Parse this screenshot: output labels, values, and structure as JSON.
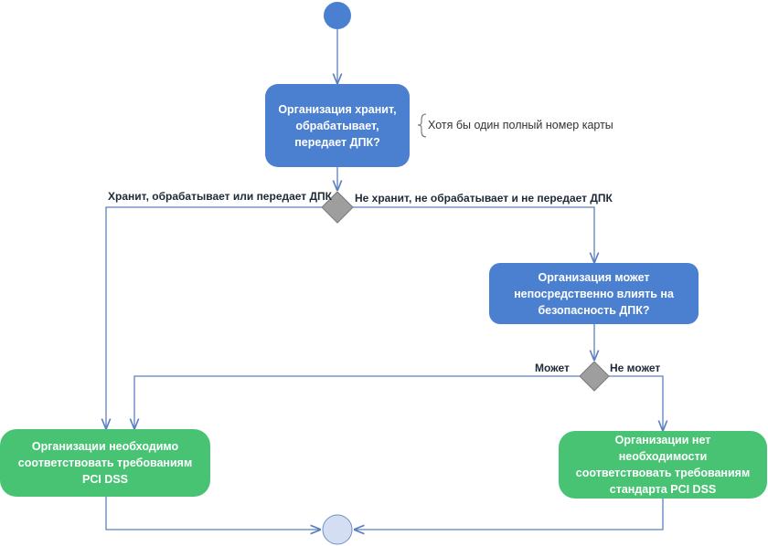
{
  "nodes": {
    "question_stores": "Организация хранит, обрабатывает, передает ДПК?",
    "question_influence": "Организация может непосредственно влиять на безопасность ДПК?",
    "result_required": "Организации необходимо соответствовать требованиям PCI DSS",
    "result_not_required": "Организации нет необходимости соответствовать требованиям стандарта PCI DSS"
  },
  "note": "Хотя бы один полный номер карты",
  "edge_labels": {
    "stores_yes": "Хранит, обрабатывает или передает ДПК",
    "stores_no": "Не хранит, не обрабатывает и не передает ДПК",
    "can": "Может",
    "cannot": "Не может"
  },
  "colors": {
    "start_node": "#4b7fd0",
    "end_node": "#d3def3",
    "action_blue": "#4b7fd0",
    "action_green": "#48c374",
    "decision": "#9e9e9e",
    "arrow": "#5b7fbf"
  }
}
